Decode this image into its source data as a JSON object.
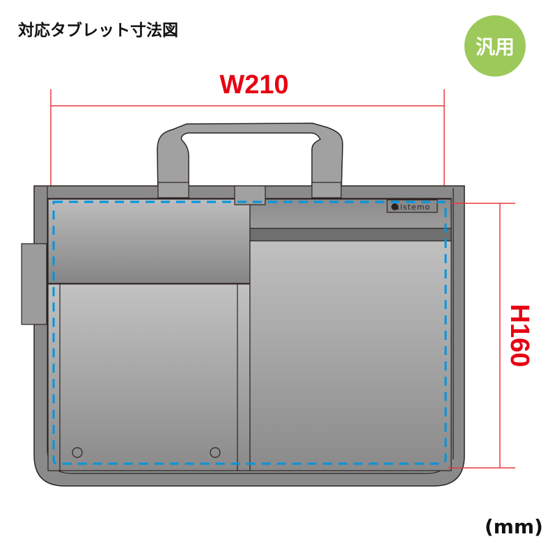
{
  "header": {
    "title": "対応タブレット寸法図",
    "badge": "汎用"
  },
  "dimensions": {
    "width_label": "W210",
    "height_label": "H160",
    "unit": "(mm)"
  },
  "product": {
    "brand_label": "sistemo",
    "brand_logo": "sistemo-s-logo"
  },
  "colors": {
    "dimension_line": "#e8383d",
    "dimension_text": "#e60012",
    "tablet_outline": "#0095e0",
    "badge_bg": "#9cc95a",
    "bag_dark": "#888888",
    "bag_light": "#bdbdbd",
    "outline": "#2b2321"
  }
}
